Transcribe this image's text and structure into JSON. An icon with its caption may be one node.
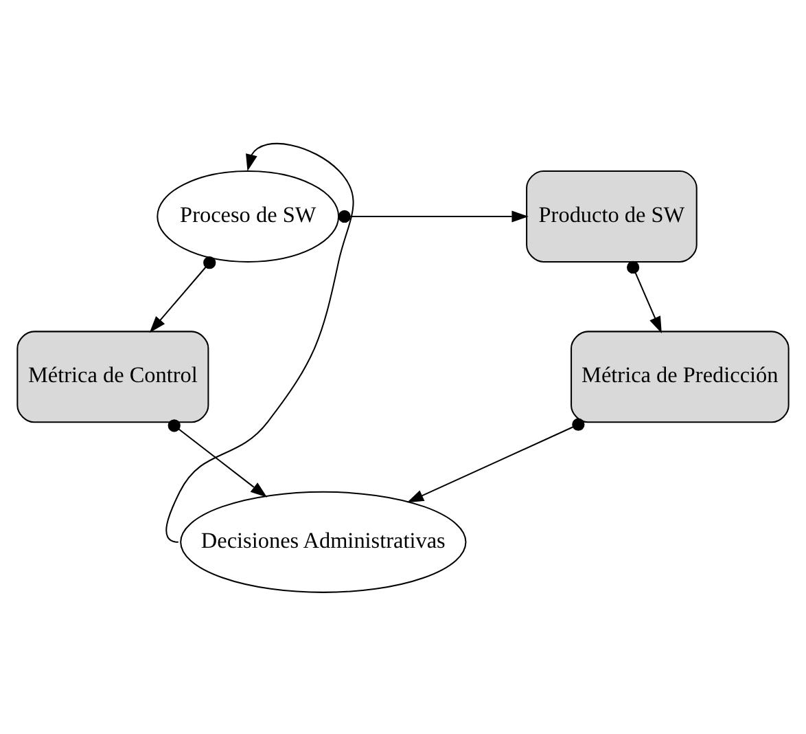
{
  "diagram": {
    "nodes": [
      {
        "text": [
          "Proceso de SW"
        ]
      },
      {
        "text": [
          "Producto de SW"
        ]
      },
      {
        "text": [
          "Métrica de Control"
        ]
      },
      {
        "text": [
          "Métrica de Predicción"
        ]
      },
      {
        "text": [
          "Decisiones Administrativas"
        ]
      }
    ],
    "edges": [
      {
        "from": 0,
        "to": 1,
        "arrow": "to"
      },
      {
        "from": 0,
        "to": 2,
        "arrow": "to"
      },
      {
        "from": 1,
        "to": 3,
        "arrow": "to"
      },
      {
        "from": 2,
        "to": 4,
        "arrow": "to"
      },
      {
        "from": 3,
        "to": 4,
        "arrow": "to"
      },
      {
        "from": 4,
        "to": 0,
        "arrow": "to"
      }
    ]
  }
}
